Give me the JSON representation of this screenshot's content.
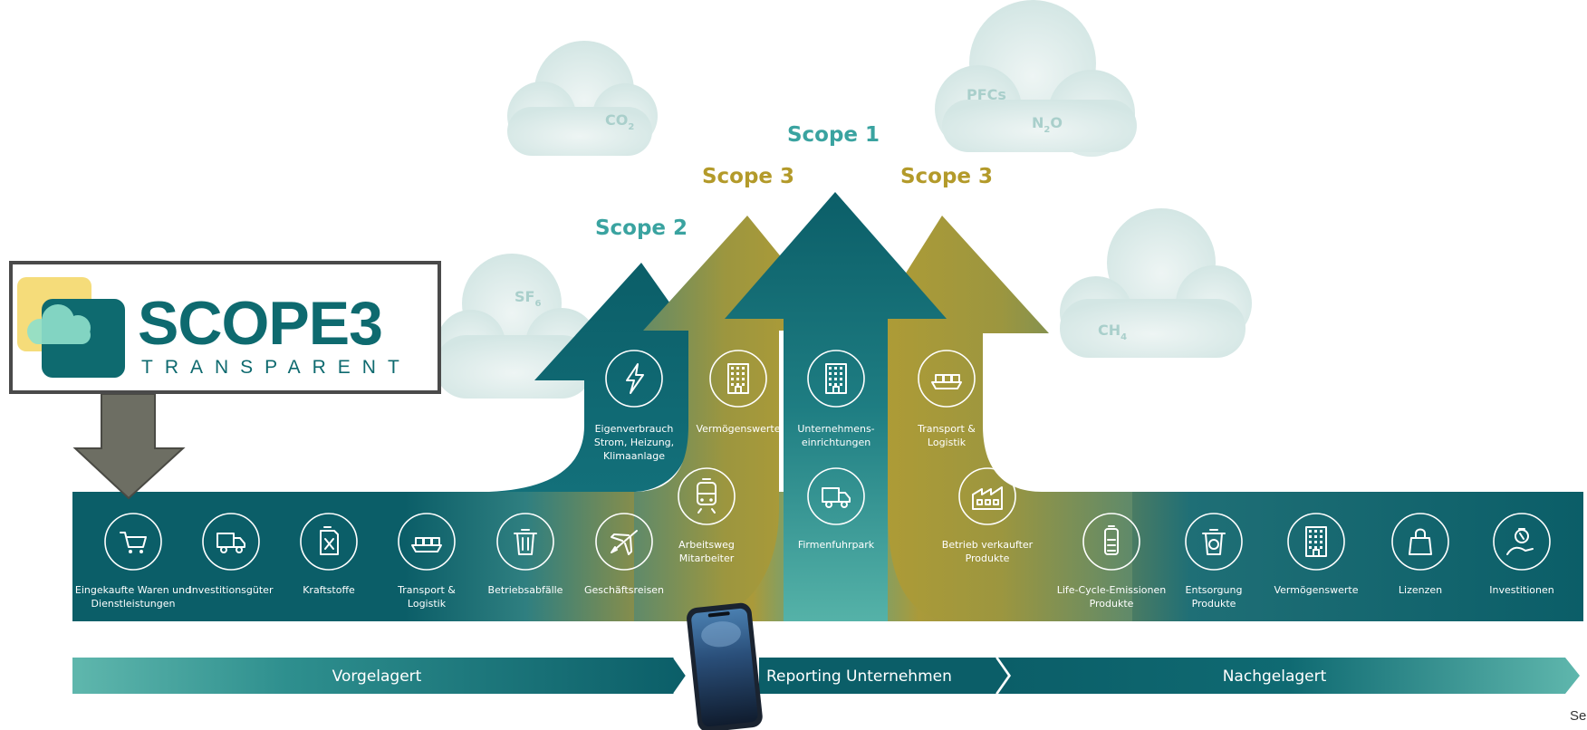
{
  "colors": {
    "teal_dark": "#0a5c66",
    "teal_mid": "#1f7f86",
    "teal_light": "#5fb7ad",
    "olive": "#a99a3a",
    "olive_dark": "#8f8a3c",
    "scope_teal_text": "#3aa3a0",
    "scope_olive_text": "#b39a2a",
    "cloud": "#dbe9e8",
    "cloud_text": "#a9cfcb",
    "logo_yellow": "#f5dc7a",
    "logo_teal": "#0e6a6f",
    "logo_mint": "#8fe0cc",
    "arrow_grey": "#6d6e63"
  },
  "scopes": {
    "scope1": "Scope 1",
    "scope2": "Scope 2",
    "scope3_left": "Scope 3",
    "scope3_right": "Scope 3"
  },
  "clouds": {
    "co2": {
      "main": "CO",
      "sub": "2"
    },
    "sf6": {
      "main": "SF",
      "sub": "6"
    },
    "pfcs": "PFCs",
    "n2o": {
      "main": "N",
      "sub": "2",
      "tail": "O"
    },
    "ch4": {
      "main": "CH",
      "sub": "4"
    }
  },
  "logo": {
    "word": "SCOPE3",
    "sub": "TRANSPARENT"
  },
  "band_items": [
    {
      "icon": "cart-icon",
      "lines": [
        "Eingekaufte Waren und",
        "Dienstleistungen"
      ]
    },
    {
      "icon": "truck-icon",
      "lines": [
        "Investitionsgüter"
      ]
    },
    {
      "icon": "fuel-can-icon",
      "lines": [
        "Kraftstoffe"
      ]
    },
    {
      "icon": "ship-icon",
      "lines": [
        "Transport &",
        "Logistik"
      ]
    },
    {
      "icon": "trash-icon",
      "lines": [
        "Betriebsabfälle"
      ]
    },
    {
      "icon": "plane-icon",
      "lines": [
        "Geschäftsreisen"
      ]
    },
    {
      "icon": "battery-icon",
      "lines": [
        "Life-Cycle-Emissionen",
        "Produkte"
      ]
    },
    {
      "icon": "recycle-bin-icon",
      "lines": [
        "Entsorgung",
        "Produkte"
      ]
    },
    {
      "icon": "building-icon",
      "lines": [
        "Vermögenswerte"
      ]
    },
    {
      "icon": "bag-icon",
      "lines": [
        "Lizenzen"
      ]
    },
    {
      "icon": "money-hand-icon",
      "lines": [
        "Investitionen"
      ]
    }
  ],
  "arrow_items": [
    {
      "icon": "lightning-icon",
      "lines": [
        "Eigenverbrauch",
        "Strom, Heizung,",
        "Klimaanlage"
      ]
    },
    {
      "icon": "building-icon",
      "lines": [
        "Vermögenswerte"
      ]
    },
    {
      "icon": "train-icon",
      "lines": [
        "Arbeitsweg",
        "Mitarbeiter"
      ]
    },
    {
      "icon": "building-icon",
      "lines": [
        "Unternehmens-",
        "einrichtungen"
      ]
    },
    {
      "icon": "truck-icon",
      "lines": [
        "Firmenfuhrpark"
      ]
    },
    {
      "icon": "ship-icon",
      "lines": [
        "Transport &",
        "Logistik"
      ]
    },
    {
      "icon": "factory-icon",
      "lines": [
        "Betrieb verkaufter",
        "Produkte"
      ]
    }
  ],
  "bottom_bar": {
    "upstream": "Vorgelagert",
    "reporting": "Reporting Unternehmen",
    "downstream": "Nachgelagert"
  },
  "corner_text": "Se"
}
